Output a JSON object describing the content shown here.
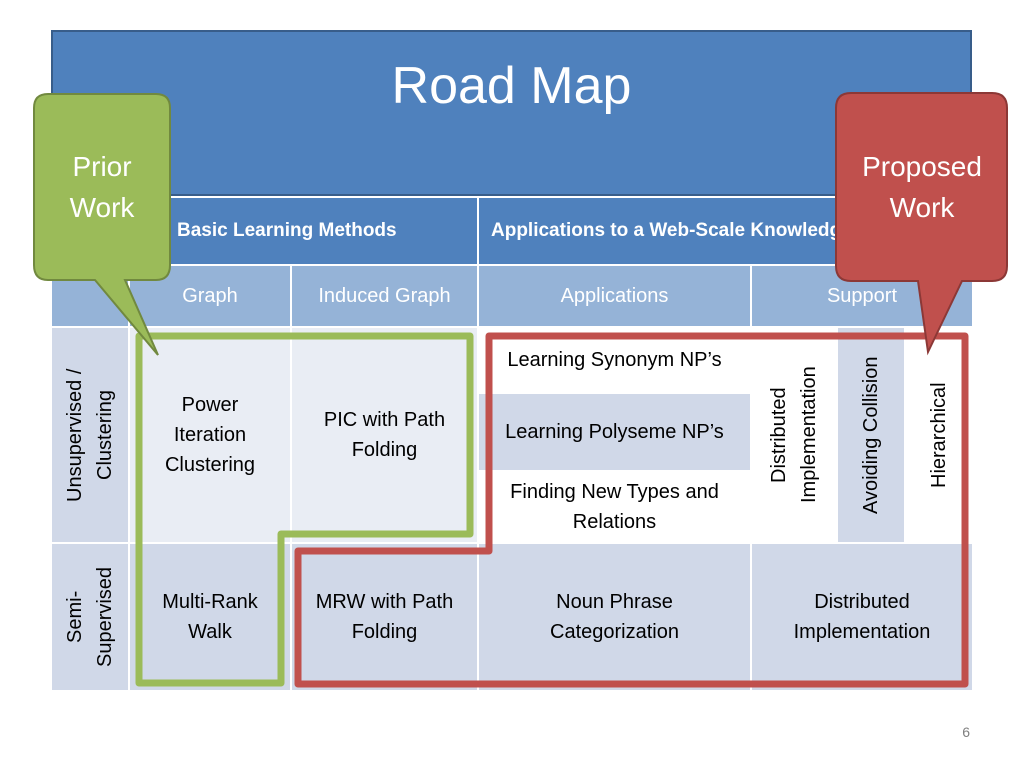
{
  "title": "Road Map",
  "header": {
    "left": "Basic Learning Methods",
    "right": "Applications to a Web-Scale Knowledge Base"
  },
  "subheader": {
    "graph": "Graph",
    "induced": "Induced Graph",
    "applications": "Applications",
    "support": "Support"
  },
  "rows": {
    "unsupervised": "Unsupervised / Clustering",
    "semi": "Semi-Supervised"
  },
  "cells": {
    "pic": "Power Iteration Clustering",
    "pic_path": "PIC with Path Folding",
    "synonym": "Learning Synonym NP’s",
    "polyseme": "Learning Polyseme NP’s",
    "new_types": "Finding New Types and Relations",
    "distributed_v": "Distributed Implementation",
    "avoiding": "Avoiding Collision",
    "hierarchical": "Hierarchical",
    "mrw": "Multi-RankWalk",
    "mrw_path": "MRW with Path Folding",
    "noun_phrase": "Noun Phrase Categorization",
    "distributed": "Distributed Implementation"
  },
  "callouts": {
    "prior": "Prior Work",
    "proposed": "Proposed Work"
  },
  "colors": {
    "title_blue": "#4f81bd",
    "prior_green": "#9bbb59",
    "proposed_red": "#c0504d"
  },
  "page_number": "6"
}
